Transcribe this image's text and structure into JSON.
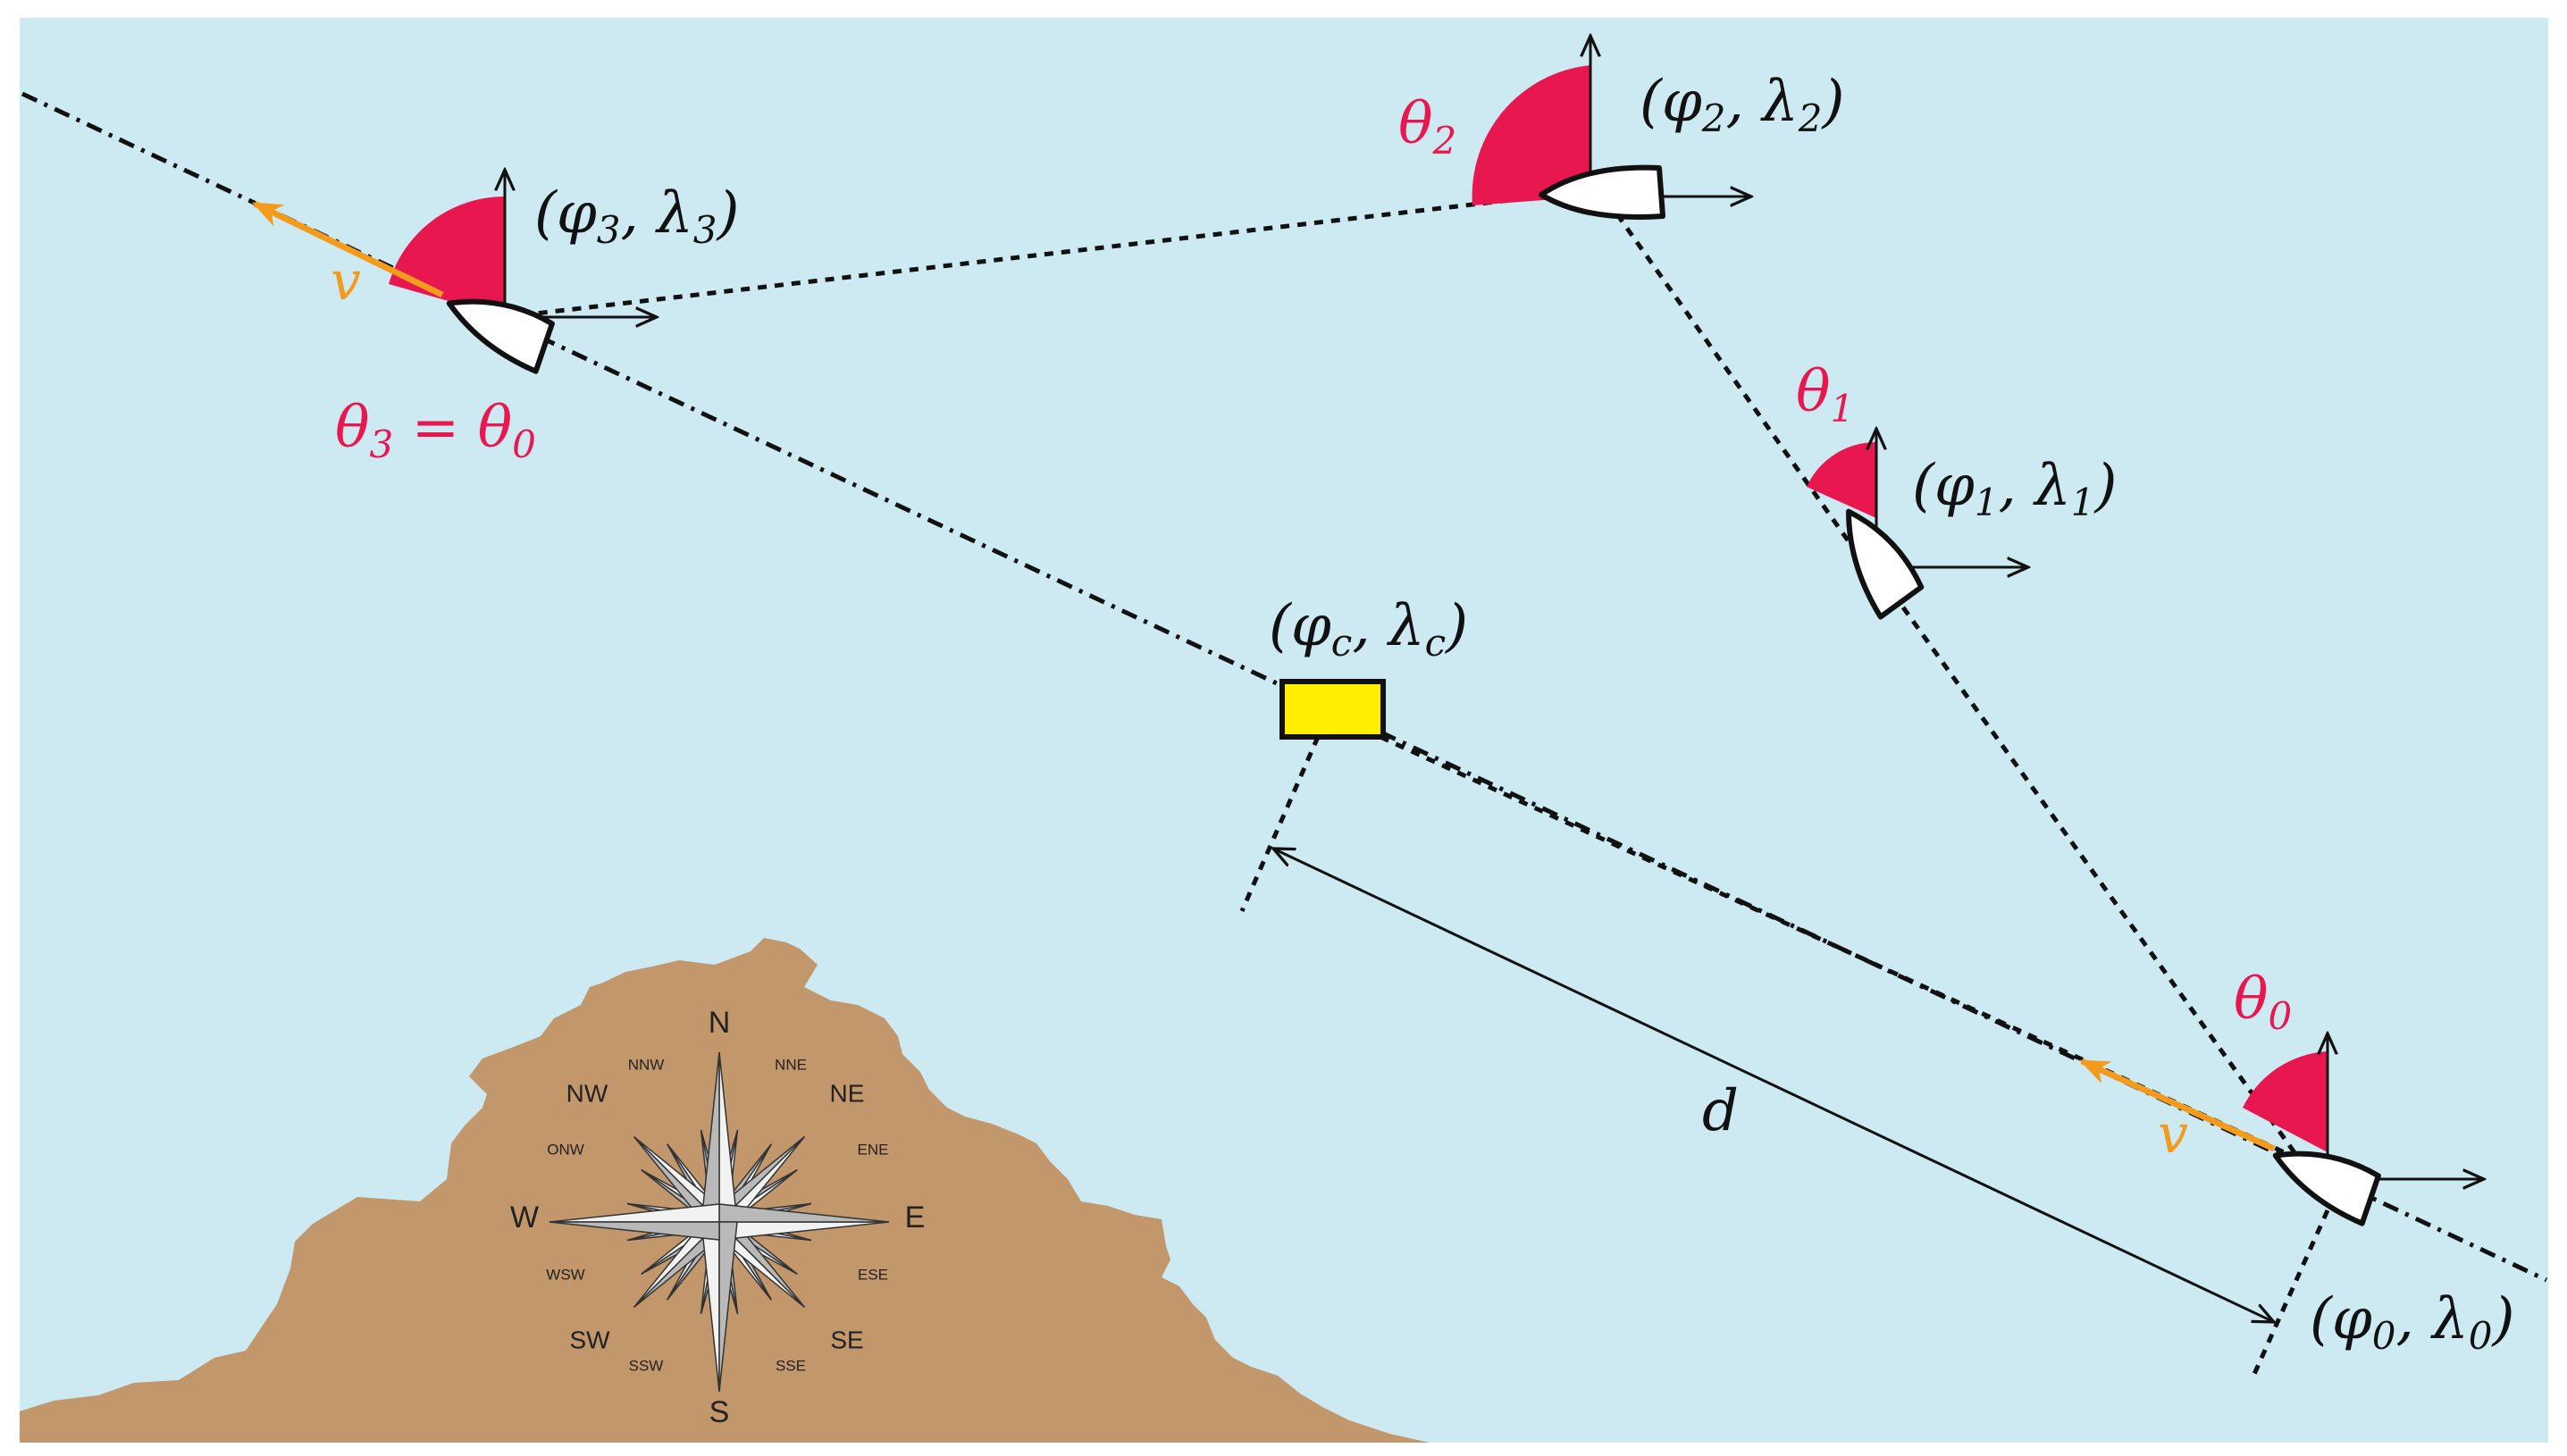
{
  "colors": {
    "sea": "#cdeaf3",
    "land": "#c2976b",
    "heading_sector": "#e8174f",
    "velocity": "#f39b1c",
    "target_fill": "#ffee00",
    "compass_light": "#f2f2f2",
    "compass_dark": "#b9b9b9"
  },
  "icons": {
    "boat": "boat-icon",
    "target": "target-marker",
    "compass": "compass-rose-icon"
  },
  "labels": {
    "p3_open": "(",
    "p3_sym1": "φ",
    "p3_sub1": "3",
    "p3_sep": ", ",
    "p3_sym2": "λ",
    "p3_sub2": "3",
    "p3_close": ")",
    "p2_open": "(",
    "p2_sym1": "φ",
    "p2_sub1": "2",
    "p2_sep": ", ",
    "p2_sym2": "λ",
    "p2_sub2": "2",
    "p2_close": ")",
    "p1_open": "(",
    "p1_sym1": "φ",
    "p1_sub1": "1",
    "p1_sep": ", ",
    "p1_sym2": "λ",
    "p1_sub2": "1",
    "p1_close": ")",
    "p0_open": "(",
    "p0_sym1": "φ",
    "p0_sub1": "0",
    "p0_sep": ", ",
    "p0_sym2": "λ",
    "p0_sub2": "0",
    "p0_close": ")",
    "pc_open": "(",
    "pc_sym1": "φ",
    "pc_sub1": "c",
    "pc_sep": ", ",
    "pc_sym2": "λ",
    "pc_sub2": "c",
    "pc_close": ")",
    "theta2_sym": "θ",
    "theta2_sub": "2",
    "theta1_sym": "θ",
    "theta1_sub": "1",
    "theta0_sym": "θ",
    "theta0_sub": "0",
    "theta3_sym": "θ",
    "theta3_sub": "3",
    "theta3_eq": " = ",
    "theta3_rhs_sym": "θ",
    "theta3_rhs_sub": "0",
    "v_top": "v",
    "v_bottom": "v",
    "d": "d"
  },
  "compass": {
    "N": "N",
    "NNE": "NNE",
    "NE": "NE",
    "ENE": "ENE",
    "E": "E",
    "ESE": "ESE",
    "SE": "SE",
    "SSE": "SSE",
    "S": "S",
    "SSW": "SSW",
    "SW": "SW",
    "WSW": "WSW",
    "W": "W",
    "ONW": "ONW",
    "NW": "NW",
    "NNW": "NNW"
  }
}
